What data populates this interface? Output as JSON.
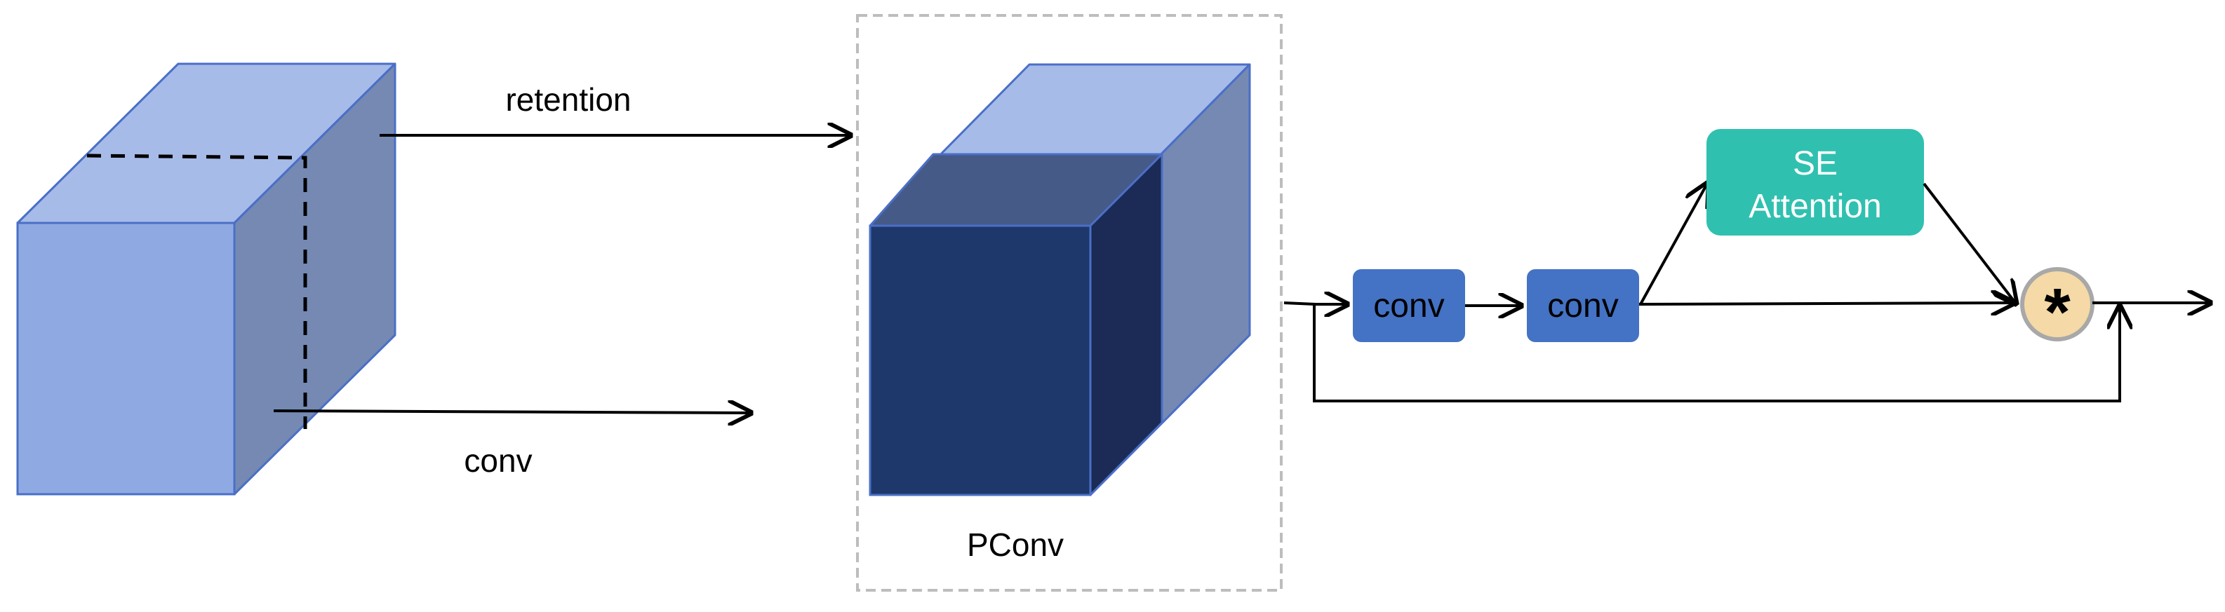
{
  "labels": {
    "retention": "retention",
    "conv_bottom": "conv",
    "pconv": "PConv",
    "conv_box_1": "conv",
    "conv_box_2": "conv",
    "se_line1": "SE",
    "se_line2": "Attention",
    "multiply_symbol": "*"
  },
  "colors": {
    "cube_front": "#8faae3",
    "cube_top": "#a7bbe8",
    "cube_side": "#7589b3",
    "cube_edge": "#4a6fc7",
    "pconv_front": "#1f386b",
    "pconv_top_dark": "#465a87",
    "pconv_side_dark": "#1b2b55",
    "conv_box": "#4472c4",
    "se_box": "#30c0b0",
    "multiply_fill": "#f5d9a6",
    "multiply_stroke": "#a8a8a8",
    "dashed_frame": "#bdbdbd"
  },
  "icons": {
    "multiply": "asterisk-circle-icon"
  }
}
